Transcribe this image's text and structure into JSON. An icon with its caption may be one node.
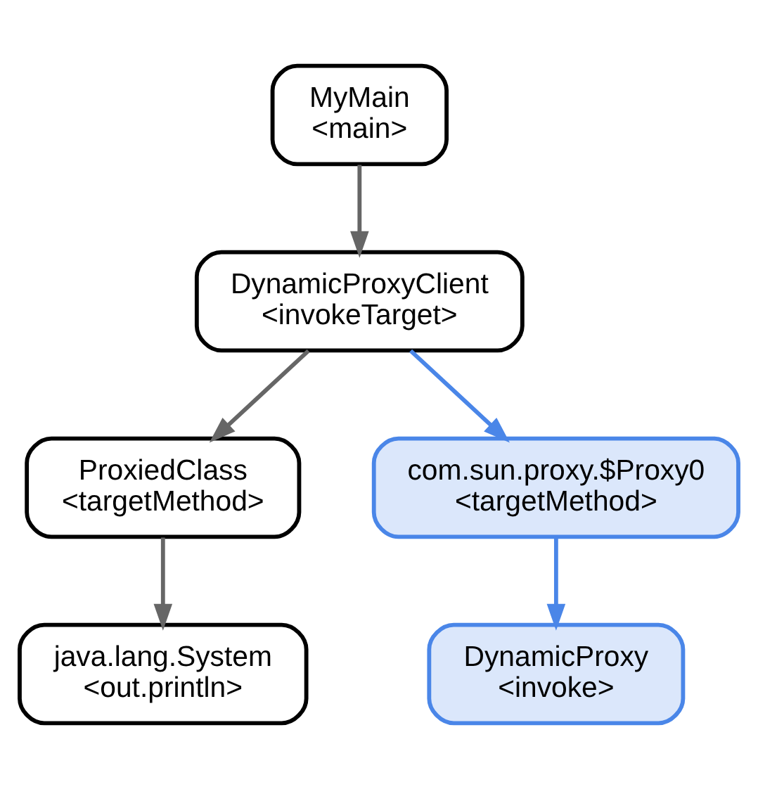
{
  "diagram": {
    "nodes": [
      {
        "text": [
          "MyMain",
          "<main>"
        ]
      },
      {
        "text": [
          "DynamicProxyClient",
          "<invokeTarget>"
        ]
      },
      {
        "text": [
          "ProxiedClass",
          "<targetMethod>"
        ]
      },
      {
        "text": [
          "com.sun.proxy.$Proxy0",
          "<targetMethod>"
        ]
      },
      {
        "text": [
          "java.lang.System",
          "<out.println>"
        ]
      },
      {
        "text": [
          "DynamicProxy",
          "<invoke>"
        ]
      }
    ],
    "edges": [
      {
        "from": 0,
        "to": 1,
        "arrow": "to"
      },
      {
        "from": 1,
        "to": 2,
        "arrow": "to"
      },
      {
        "from": 1,
        "to": 3,
        "arrow": "to",
        "color": "#4a86e8"
      },
      {
        "from": 2,
        "to": 4,
        "arrow": "to"
      },
      {
        "from": 3,
        "to": 5,
        "arrow": "to",
        "color": "#4a86e8"
      }
    ]
  }
}
